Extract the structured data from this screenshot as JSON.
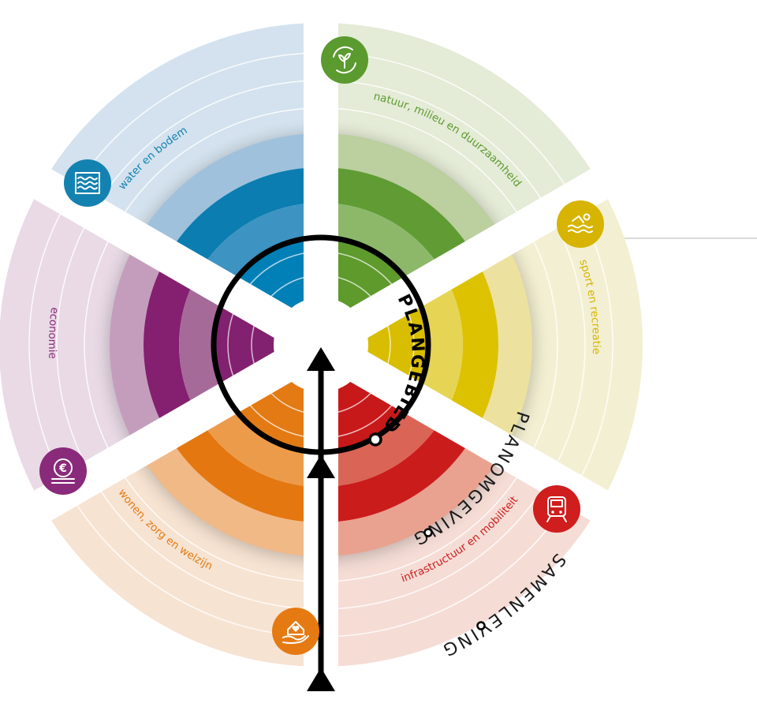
{
  "rings": {
    "outer": "SAMENLEVING",
    "middle": "PLANOMGEVING",
    "inner": "PLANGEBIED"
  },
  "themes": [
    {
      "label": "water en bodem",
      "icon": "water-soil-icon",
      "color": "#1482b0",
      "shades": [
        "#d3e2ee",
        "#9fc1dc",
        "#0b7db0",
        "#3d93c2",
        "#0080b6"
      ]
    },
    {
      "label": "natuur, milieu en duurzaamheid",
      "icon": "recycle-plant-icon",
      "color": "#5b9a2f",
      "shades": [
        "#e4ebd6",
        "#bbcf9f",
        "#609c33",
        "#8db86a",
        "#5e9a2c"
      ]
    },
    {
      "label": "sport en recreatie",
      "icon": "swimmer-icon",
      "color": "#d6b400",
      "shades": [
        "#f3efd2",
        "#ece19f",
        "#dcc200",
        "#e6d454",
        "#d8bd00"
      ]
    },
    {
      "label": "infrastructuur en mobiliteit",
      "icon": "train-icon",
      "color": "#d01d1d",
      "shades": [
        "#f5ddd6",
        "#e9a28f",
        "#cb1c1c",
        "#da6456",
        "#c7191a"
      ]
    },
    {
      "label": "wonen, zorg en welzijn",
      "icon": "house-heart-icon",
      "color": "#e57a12",
      "shades": [
        "#f7e3d2",
        "#f1b986",
        "#e47710",
        "#ec9b4a",
        "#e37a14"
      ]
    },
    {
      "label": "economie",
      "icon": "euro-coin-icon",
      "color": "#8a2a7a",
      "shades": [
        "#e9dae6",
        "#c49dbd",
        "#84206f",
        "#a66a99",
        "#82216f"
      ]
    }
  ]
}
